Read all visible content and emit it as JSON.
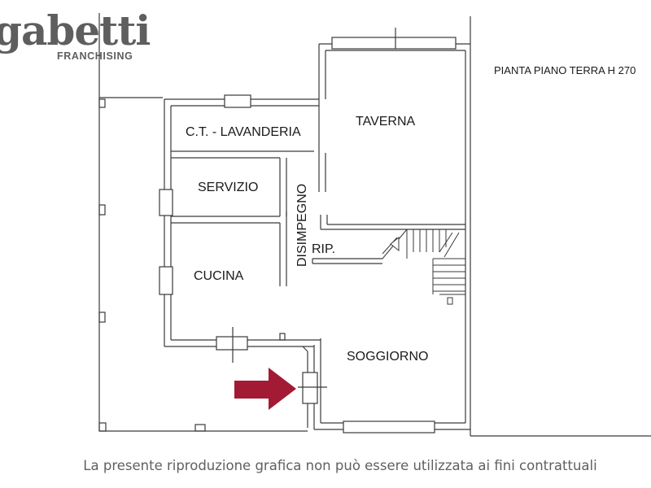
{
  "logo": {
    "brand": "gabetti",
    "sub": "FRANCHISING"
  },
  "plan_title": "PIANTA PIANO TERRA H 270",
  "rooms": {
    "lavanderia": "C.T. - LAVANDERIA",
    "taverna": "TAVERNA",
    "servizio": "SERVIZIO",
    "disimpegno": "DISIMPEGNO",
    "rip": "RIP.",
    "cucina": "CUCINA",
    "soggiorno": "SOGGIORNO"
  },
  "disclaimer": "La presente riproduzione grafica non può essere utilizzata ai fini contrattuali",
  "colors": {
    "arrow": "#a31a35",
    "walls": "#3a3a3a",
    "text": "#606060"
  }
}
